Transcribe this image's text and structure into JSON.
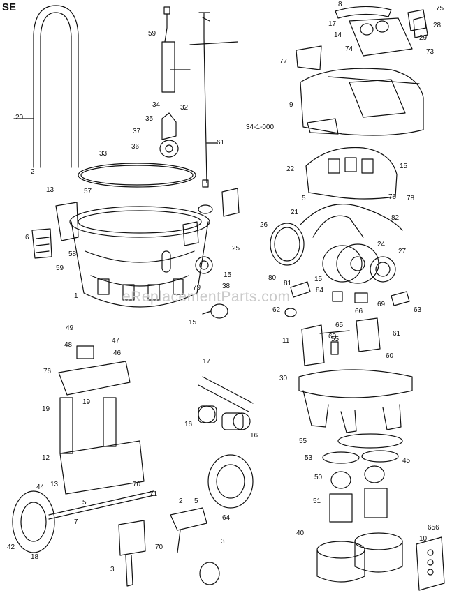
{
  "title": "SE",
  "watermark": "eReplacementParts.com",
  "labels": {
    "l8": "8",
    "l75": "75",
    "l17": "17",
    "l28": "28",
    "l14": "14",
    "l29": "29",
    "l74": "74",
    "l73": "73",
    "l77": "77",
    "l59a": "59",
    "l9": "9",
    "l34code": "34-1-000",
    "l34": "34",
    "l32": "32",
    "l35": "35",
    "l37": "37",
    "l36": "36",
    "l61": "61",
    "l33": "33",
    "l20": "20",
    "l2": "2",
    "l13": "13",
    "l57": "57",
    "l22": "22",
    "l15a": "15",
    "l5a": "5",
    "l76": "76",
    "l78": "78",
    "l21": "21",
    "l82": "82",
    "l26": "26",
    "l24": "24",
    "l27": "27",
    "l6": "6",
    "l58": "58",
    "l59b": "59",
    "l25": "25",
    "l15b": "15",
    "l79": "79",
    "l38": "38",
    "l1": "1",
    "l15c": "15",
    "l80": "80",
    "l81": "81",
    "l15d": "15",
    "l84": "84",
    "l69": "69",
    "l63": "63",
    "l62": "62",
    "l66": "66",
    "l65": "65",
    "l60a": "60",
    "l55a": "55",
    "l11": "11",
    "l61b": "61",
    "l60b": "60",
    "l49": "49",
    "l48": "48",
    "l47": "47",
    "l46": "46",
    "l76b": "76",
    "l19a": "19",
    "l17b": "17",
    "l30": "30",
    "l19b": "19",
    "l16a": "16",
    "l16b": "16",
    "l55b": "55",
    "l53": "53",
    "l45": "45",
    "l12": "12",
    "l50": "50",
    "l44": "44",
    "l13b": "13",
    "l70a": "70",
    "l71": "71",
    "l51": "51",
    "l5b": "5",
    "l2b": "2",
    "l5c": "5",
    "l7": "7",
    "l64": "64",
    "l42": "42",
    "l18": "18",
    "l70b": "70",
    "l3a": "3",
    "l3b": "3",
    "l40": "40",
    "l656": "656",
    "l10": "10"
  }
}
